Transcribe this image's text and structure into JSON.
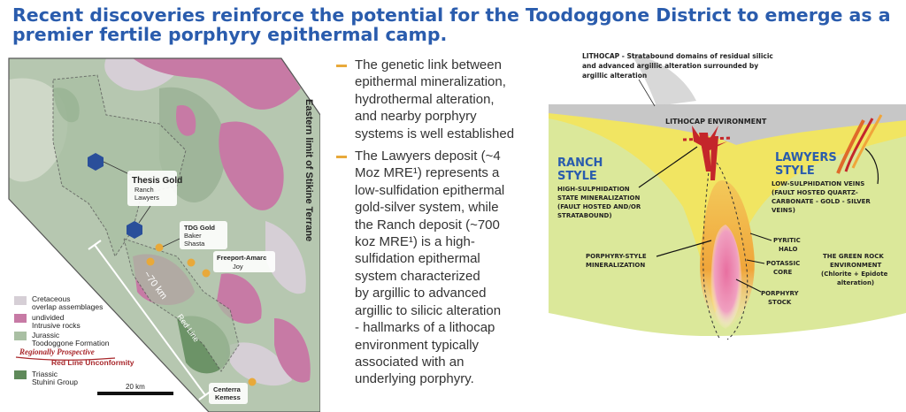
{
  "title": {
    "line1": "Recent discoveries reinforce the potential for the Toodoggone District to emerge as a",
    "line2": "premier fertile porphyry epithermal camp."
  },
  "map": {
    "eastern_limit_label": "Eastern limit of Stikine Terrane",
    "scale_label_diagonal": "~70 km",
    "scale_bar_label": "20 km",
    "red_line_label": "Red Line",
    "places": {
      "thesis": "Thesis Gold",
      "ranch": "Ranch",
      "lawyers": "Lawyers",
      "tdg1": "TDG Gold",
      "tdg2": "Baker",
      "tdg3": "Shasta",
      "freeport1": "Freeport-Amarc",
      "freeport2": "Joy",
      "centerra1": "Centerra",
      "centerra2": "Kemess"
    },
    "legend": {
      "cretaceous1": "Cretaceous",
      "cretaceous2": "overlap assemblages",
      "intrusive1": "undivided",
      "intrusive2": "Intrusive rocks",
      "jurassic1": "Jurassic",
      "jurassic2": "Toodoggone Formation",
      "prospective": "Regionally Prospective",
      "unconformity": "Red Line Unconformity",
      "triassic1": "Triassic",
      "triassic2": "Stuhini Group"
    },
    "colors": {
      "cretaceous": "#d6cfd6",
      "intrusive": "#c77aa5",
      "jurassic": "#a9bfa3",
      "triassic": "#5f8a5a",
      "red_line": "#a8262a",
      "deposit_gold": "#e8a93a",
      "thesis_blue": "#2a4f9a"
    }
  },
  "bullets": [
    {
      "lines": [
        "The genetic link between",
        "epithermal mineralization,",
        "hydrothermal alteration,",
        "and nearby porphyry",
        "systems is well established"
      ]
    },
    {
      "lines": [
        "The Lawyers deposit (~4",
        "Moz MRE¹) represents a",
        "low-sulfidation epithermal",
        "gold-silver system, while",
        "the Ranch deposit (~700",
        "koz MRE¹) is a high-",
        "sulfidation epithermal",
        "system characterized",
        "by argillic to advanced",
        "argillic to silicic alteration",
        "- hallmarks of a lithocap",
        "environment typically",
        "associated with an",
        "underlying porphyry."
      ]
    }
  ],
  "diagram": {
    "lithocap_note1": "LITHOCAP - Stratabound domains of residual silicic",
    "lithocap_note2": "and advanced argillic alteration surrounded by",
    "lithocap_note3": "argillic alteration",
    "lithocap_env": "LITHOCAP ENVIRONMENT",
    "ranch_style1": "RANCH",
    "ranch_style2": "STYLE",
    "ranch_desc1": "HIGH-SULPHIDATION",
    "ranch_desc2": "STATE MINERALIZATION",
    "ranch_desc3": "(FAULT HOSTED AND/OR",
    "ranch_desc4": "STRATABOUND)",
    "lawyers_style1": "LAWYERS",
    "lawyers_style2": "STYLE",
    "lawyers_desc1": "LOW-SULPHIDATION VEINS",
    "lawyers_desc2": "(FAULT HOSTED QUARTZ-",
    "lawyers_desc3": "CARBONATE - GOLD - SILVER",
    "lawyers_desc4": "VEINS)",
    "porphyry_min1": "PORPHYRY-STYLE",
    "porphyry_min2": "MINERALIZATION",
    "pyritic1": "PYRITIC",
    "pyritic2": "HALO",
    "potassic1": "POTASSIC",
    "potassic2": "CORE",
    "stock1": "PORPHYRY",
    "stock2": "STOCK",
    "green1": "THE GREEN ROCK",
    "green2": "ENVIRONMENT",
    "green3": "(Chlorite + Epidote",
    "green4": "alteration)",
    "colors": {
      "ground_green": "#dbe89a",
      "yellow": "#f3e45c",
      "lithocap_gray": "#c7c7c7",
      "style_blue": "#2a5cad",
      "ranch_red": "#c4262b",
      "orange": "#f0a53a",
      "pink": "#e86fa0"
    }
  }
}
